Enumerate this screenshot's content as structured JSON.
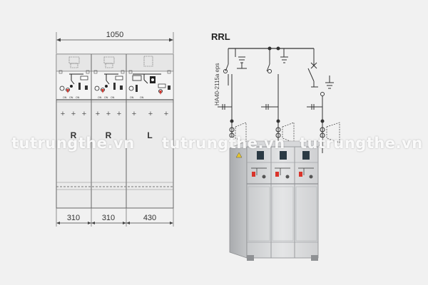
{
  "front_view": {
    "total_width": "1050",
    "panels": [
      {
        "letter": "R",
        "width": "310"
      },
      {
        "letter": "R",
        "width": "310"
      },
      {
        "letter": "L",
        "width": "430"
      }
    ],
    "switch_labels": [
      "ON",
      "ON",
      "ON"
    ]
  },
  "schematic": {
    "title": "RRL",
    "drawing_code": "HA40-2115a eps"
  },
  "watermarks": [
    "tutrungthe.vn",
    "tutrungthe.vn",
    "tutrungthe.vn"
  ],
  "colors": {
    "background": "#f1f1f1",
    "panel": "#ebebeb",
    "line": "#444444",
    "accent_red": "#d9342b"
  }
}
